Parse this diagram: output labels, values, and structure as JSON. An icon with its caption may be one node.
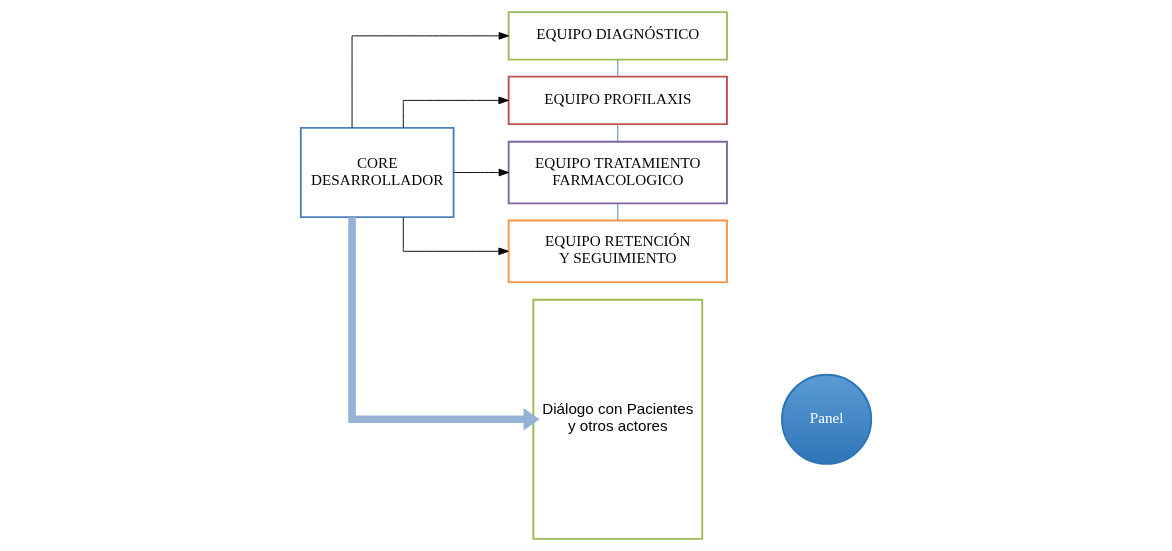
{
  "diagram": {
    "nodes": [
      {
        "text": [
          "CORE DESARROLLADOR"
        ]
      },
      {
        "text": [
          "EQUIPO DIAGNÓSTICO"
        ]
      },
      {
        "text": [
          "EQUIPO PROFILAXIS"
        ]
      },
      {
        "text": [
          "EQUIPO TRATAMIENTO FARMACOLOGICO"
        ]
      },
      {
        "text": [
          "EQUIPO RETENCIÓN Y SEGUIMIENTO"
        ]
      },
      {
        "text": [
          "Diálogo con Pacientes y otros actores"
        ]
      },
      {
        "text": [
          "Panel"
        ]
      }
    ],
    "edges": [
      {
        "from": 0,
        "to": 1,
        "arrow": "to"
      },
      {
        "from": 0,
        "to": 2,
        "arrow": "to"
      },
      {
        "from": 0,
        "to": 3,
        "arrow": "to"
      },
      {
        "from": 0,
        "to": 4,
        "arrow": "to"
      },
      {
        "from": 1,
        "to": 2,
        "arrow": "none",
        "color": "#4f81bd"
      },
      {
        "from": 2,
        "to": 3,
        "arrow": "none",
        "color": "#4f81bd"
      },
      {
        "from": 3,
        "to": 4,
        "arrow": "none",
        "color": "#4f81bd"
      },
      {
        "from": 0,
        "to": 5,
        "arrow": "to",
        "style": "thick",
        "color": "#95b3d7"
      }
    ]
  }
}
